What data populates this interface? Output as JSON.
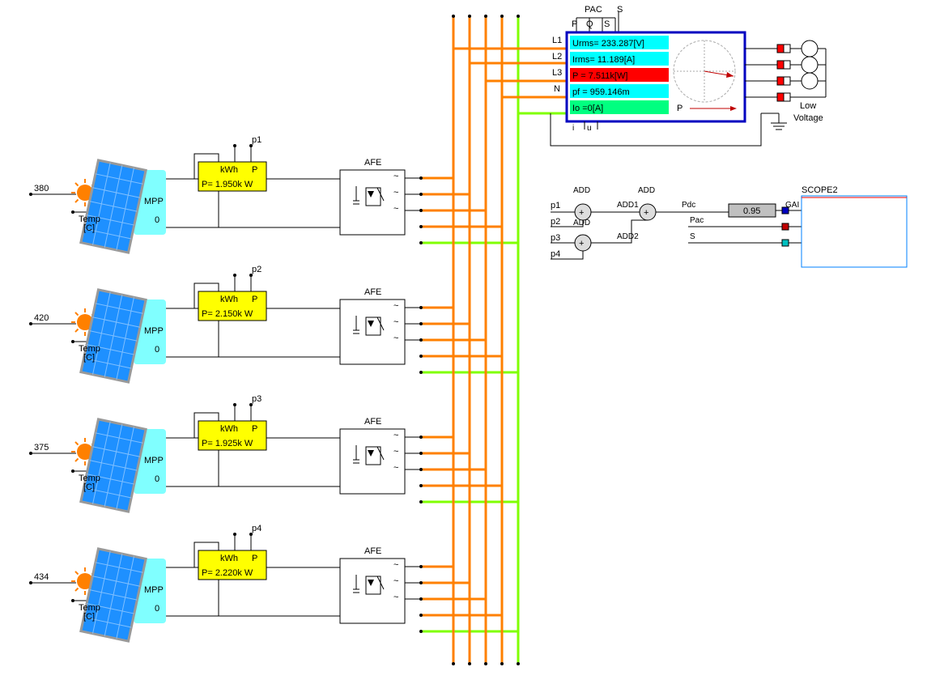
{
  "pv_strings": [
    {
      "irradiance": "380",
      "power_label": "p1",
      "meter_reading": "P= 1.950k W"
    },
    {
      "irradiance": "420",
      "power_label": "p2",
      "meter_reading": "P= 2.150k W"
    },
    {
      "irradiance": "375",
      "power_label": "p3",
      "meter_reading": "P= 1.925k W"
    },
    {
      "irradiance": "434",
      "power_label": "p4",
      "meter_reading": "P= 2.220k W"
    }
  ],
  "pv_labels": {
    "temp": "Temp",
    "temp_unit": "[C]",
    "mpp": "MPP",
    "mpp_zero": "0"
  },
  "meter_labels": {
    "kwh": "kWh",
    "p": "P"
  },
  "afe_label": "AFE",
  "grid_meter": {
    "top_labels": {
      "pac": "PAC",
      "p": "P",
      "q": "Q",
      "s": "S",
      "s_out": "S"
    },
    "phases": [
      "L1",
      "L2",
      "L3",
      "N"
    ],
    "bottom_labels": {
      "i": "i",
      "u": "u"
    },
    "readings": [
      {
        "text": "Urms= 233.287[V]",
        "color": "#00ffff"
      },
      {
        "text": "Irms= 11.189[A]",
        "color": "#00ffff"
      },
      {
        "text": "P   = 7.511k[W]",
        "color": "#ff0000"
      },
      {
        "text": "pf  = 959.146m",
        "color": "#00ffff"
      },
      {
        "text": "Io  =0[A]",
        "color": "#00ff80"
      }
    ],
    "phasor_label": "P"
  },
  "grid_source": {
    "label_line1": "Low",
    "label_line2": "Voltage"
  },
  "calc": {
    "inputs": [
      "p1",
      "p2",
      "p3",
      "p4"
    ],
    "add_labels": [
      "ADD",
      "ADD",
      "ADD"
    ],
    "add1": "ADD1",
    "add2": "ADD2",
    "pdc": "Pdc",
    "pac": "Pac",
    "s": "S",
    "gain_value": "0.95",
    "gain_label": "GAI",
    "scope_label": "SCOPE2"
  },
  "colors": {
    "ac_bus": "#ff8000",
    "neutral_bus": "#80ff00",
    "meter_box": "#ffff00",
    "pv_panel": "#1e90ff",
    "mpp_box": "#80ffff",
    "meter_frame": "#0000c0"
  }
}
